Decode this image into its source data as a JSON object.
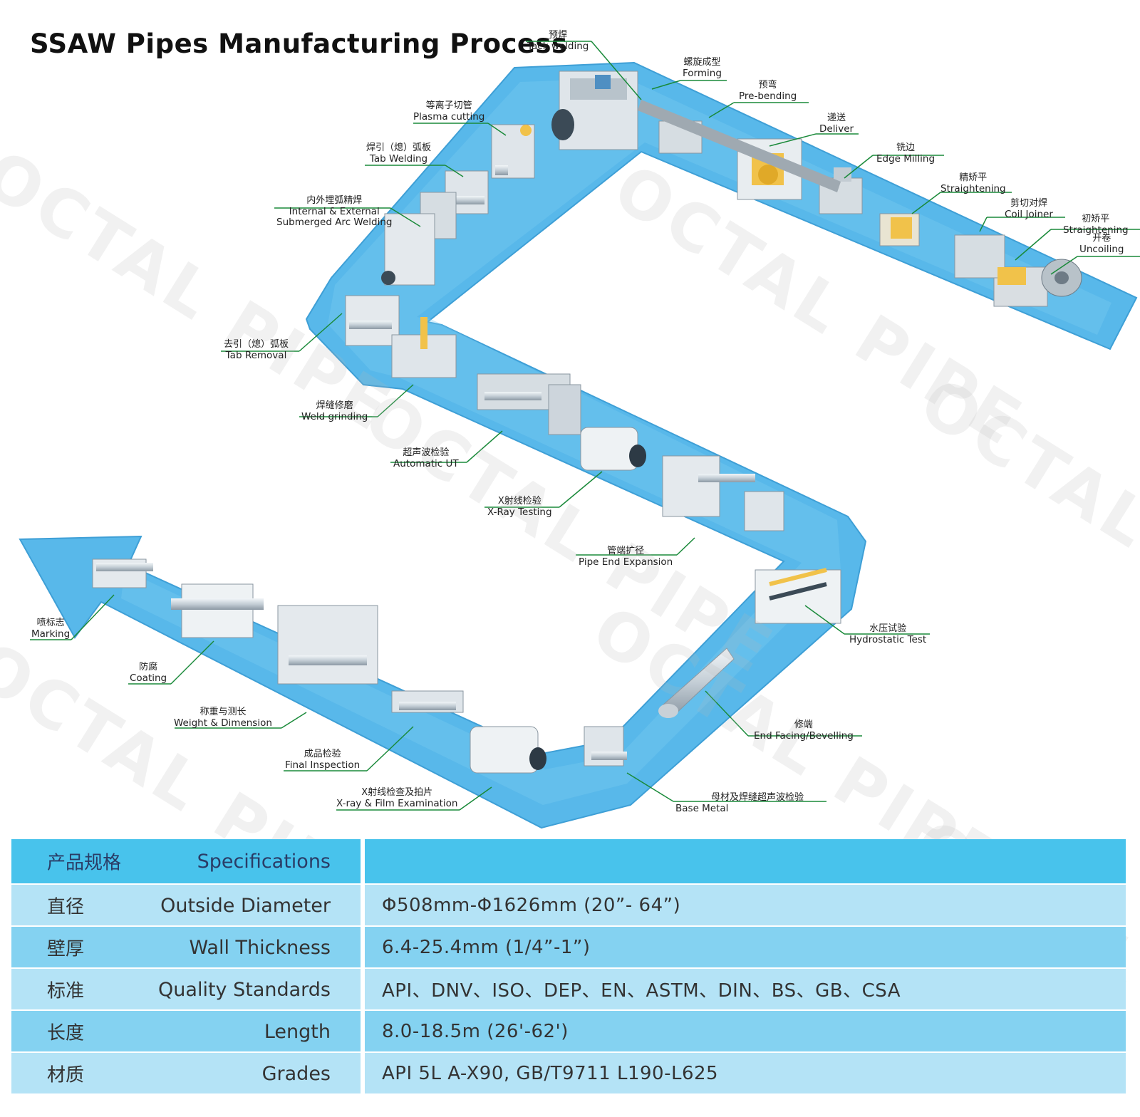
{
  "title": "SSAW Pipes Manufacturing Process",
  "watermark_text": "OCTAL PIPE",
  "colors": {
    "belt": "#58b8ea",
    "belt_edge": "#3e9fd6",
    "leader": "#1a8a3a",
    "header": "#48c3ec",
    "row_light": "#b4e3f6",
    "row_dark": "#84d2f1"
  },
  "steps": [
    {
      "zh": "开卷",
      "en": "Uncoiling"
    },
    {
      "zh": "初矫平",
      "en": "Straightening"
    },
    {
      "zh": "剪切对焊",
      "en": "Coil Joiner"
    },
    {
      "zh": "精矫平",
      "en": "Straightening"
    },
    {
      "zh": "铣边",
      "en": "Edge Milling"
    },
    {
      "zh": "递送",
      "en": "Deliver"
    },
    {
      "zh": "预弯",
      "en": "Pre-bending"
    },
    {
      "zh": "螺旋成型",
      "en": "Forming"
    },
    {
      "zh": "预焊",
      "en": "Tack welding"
    },
    {
      "zh": "等离子切管",
      "en": "Plasma cutting"
    },
    {
      "zh": "焊引（熄）弧板",
      "en": "Tab  Welding"
    },
    {
      "zh": "内外埋弧精焊",
      "en": "Internal & External",
      "en2": "Submerged Arc Welding"
    },
    {
      "zh": "去引（熄）弧板",
      "en": "Tab Removal"
    },
    {
      "zh": "焊缝修磨",
      "en": "Weld grinding"
    },
    {
      "zh": "超声波检验",
      "en": "Automatic UT"
    },
    {
      "zh": "X射线检验",
      "en": "X-Ray Testing"
    },
    {
      "zh": "管端扩径",
      "en": "Pipe End Expansion"
    },
    {
      "zh": "水压试验",
      "en": "Hydrostatic Test"
    },
    {
      "zh": "修端",
      "en": "End Facing/Bevelling"
    },
    {
      "zh": "母材及焊缝超声波检验",
      "en": "Base Metal"
    },
    {
      "zh": "X射线检查及拍片",
      "en": "X-ray & Film Examination"
    },
    {
      "zh": "成品检验",
      "en": "Final Inspection"
    },
    {
      "zh": "称重与测长",
      "en": "Weight & Dimension"
    },
    {
      "zh": "防腐",
      "en": "Coating"
    },
    {
      "zh": "喷标志",
      "en": "Marking"
    }
  ],
  "spec_table": {
    "header": {
      "zh": "产品规格",
      "en": "Specifications"
    },
    "rows": [
      {
        "zh": "直径",
        "en": "Outside Diameter",
        "value": "Φ508mm-Φ1626mm (20”- 64”)"
      },
      {
        "zh": "壁厚",
        "en": "Wall Thickness",
        "value": "6.4-25.4mm (1/4”-1”)"
      },
      {
        "zh": "标准",
        "en": "Quality Standards",
        "value": "API、DNV、ISO、DEP、EN、ASTM、DIN、BS、GB、CSA"
      },
      {
        "zh": "长度",
        "en": "Length",
        "value": "8.0-18.5m (26'-62')"
      },
      {
        "zh": "材质",
        "en": "Grades",
        "value": "API 5L  A-X90, GB/T9711 L190-L625"
      }
    ]
  }
}
